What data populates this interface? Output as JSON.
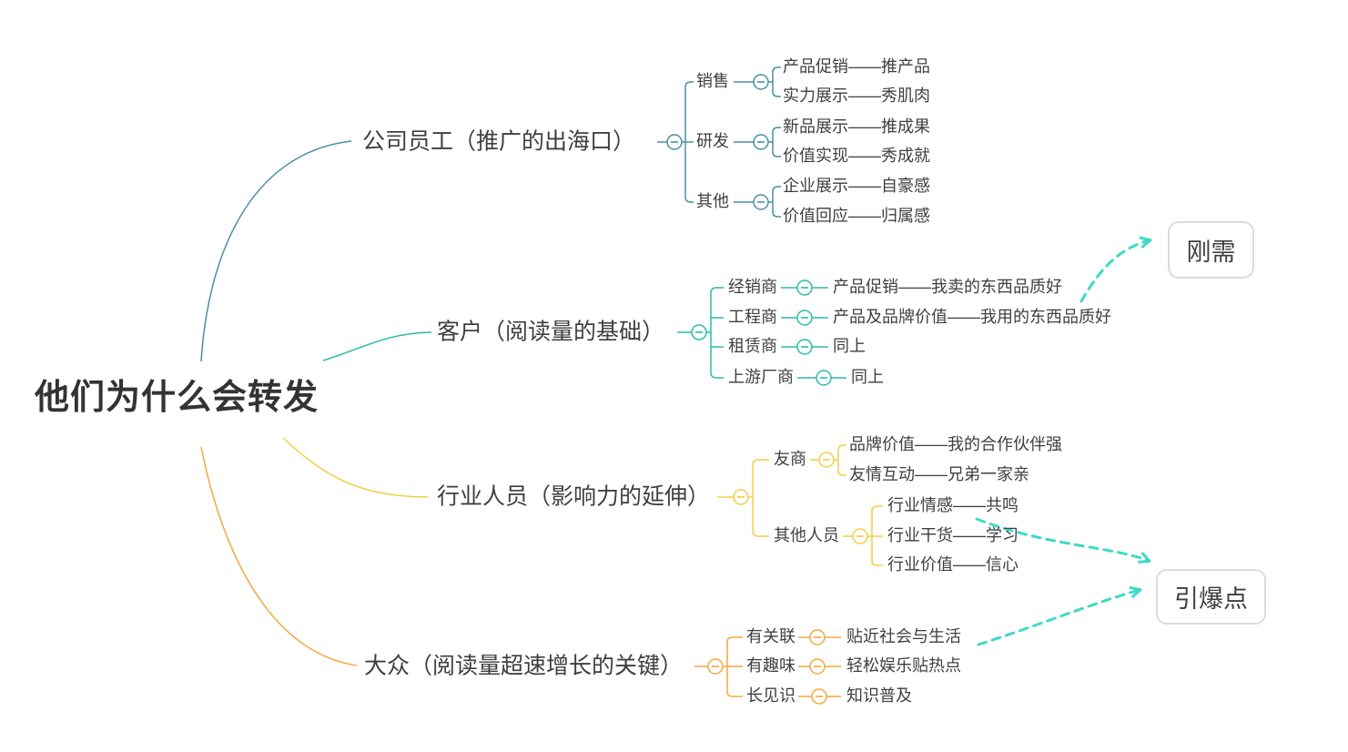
{
  "colors": {
    "branch1": "#4a8fa5",
    "branch2": "#2abcab",
    "branch3": "#f2cf45",
    "branch4": "#f7a73c",
    "arrow": "#3edac6",
    "text": "#3f3f3f",
    "boxBorder": "#dcdcdc"
  },
  "root": {
    "label": "他们为什么会转发"
  },
  "branches": [
    {
      "label": "公司员工（推广的出海口）",
      "children": [
        {
          "label": "销售",
          "leaves": [
            {
              "label": "产品促销——推产品"
            },
            {
              "label": "实力展示——秀肌肉"
            }
          ]
        },
        {
          "label": "研发",
          "leaves": [
            {
              "label": "新品展示——推成果"
            },
            {
              "label": "价值实现——秀成就"
            }
          ]
        },
        {
          "label": "其他",
          "leaves": [
            {
              "label": "企业展示——自豪感"
            },
            {
              "label": "价值回应——归属感"
            }
          ]
        }
      ]
    },
    {
      "label": "客户（阅读量的基础）",
      "children": [
        {
          "label": "经销商",
          "leaves": [
            {
              "label": "产品促销——我卖的东西品质好"
            }
          ]
        },
        {
          "label": "工程商",
          "leaves": [
            {
              "label": "产品及品牌价值——我用的东西品质好"
            }
          ]
        },
        {
          "label": "租赁商",
          "leaves": [
            {
              "label": "同上"
            }
          ]
        },
        {
          "label": "上游厂商",
          "leaves": [
            {
              "label": "同上"
            }
          ]
        }
      ]
    },
    {
      "label": "行业人员（影响力的延伸）",
      "children": [
        {
          "label": "友商",
          "leaves": [
            {
              "label": "品牌价值——我的合作伙伴强"
            },
            {
              "label": "友情互动——兄弟一家亲"
            }
          ]
        },
        {
          "label": "其他人员",
          "leaves": [
            {
              "label": "行业情感——共鸣"
            },
            {
              "label": "行业干货——学习"
            },
            {
              "label": "行业价值——信心"
            }
          ]
        }
      ]
    },
    {
      "label": "大众（阅读量超速增长的关键）",
      "children": [
        {
          "label": "有关联",
          "leaves": [
            {
              "label": "贴近社会与生活"
            }
          ]
        },
        {
          "label": "有趣味",
          "leaves": [
            {
              "label": "轻松娱乐贴热点"
            }
          ]
        },
        {
          "label": "长见识",
          "leaves": [
            {
              "label": "知识普及"
            }
          ]
        }
      ]
    }
  ],
  "floating": [
    {
      "label": "刚需"
    },
    {
      "label": "引爆点"
    }
  ]
}
